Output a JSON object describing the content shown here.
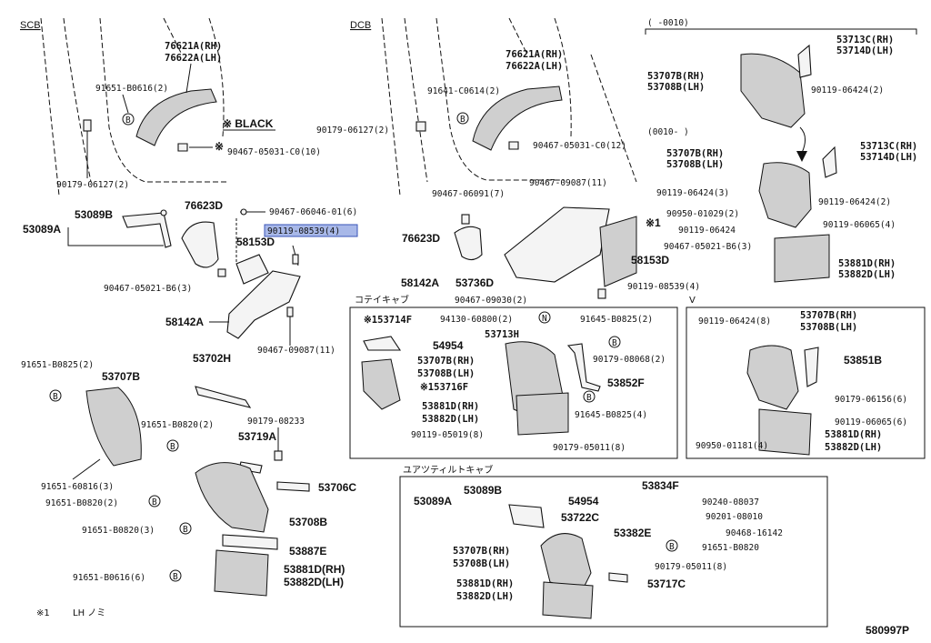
{
  "sections": {
    "scb": "SCB",
    "dcb": "DCB",
    "range_to": "(   -0010)",
    "range_from": "(0010-   )",
    "black_note": "※ BLACK",
    "v_mark": "V",
    "cotei_cab": "コテイキャブ",
    "tilt_cab": "ユアツティルトキャブ",
    "footnote_mark": "※1",
    "footnote_text": "LH ノミ",
    "ref": "580997P",
    "b_mark": "B",
    "n_mark": "N"
  },
  "scb_labels": {
    "l76621a": "76621A(RH)",
    "l76622a": "76622A(LH)",
    "l91651_b0616": "91651-B0616(2)",
    "l90179_06127": "90179-06127(2)",
    "l90467_05031": "90467-05031-C0(10)",
    "l53089b": "53089B",
    "l53089a": "53089A",
    "l76623d": "76623D",
    "l90467_06046": "90467-06046-01(6)",
    "l90119_08539": "90119-08539(4)",
    "l58153d": "58153D",
    "l90467_05021": "90467-05021-B6(3)",
    "l58142a": "58142A",
    "l90467_09087": "90467-09087(11)",
    "l91651_b0825": "91651-B0825(2)",
    "l53707b": "53707B",
    "l53702h": "53702H",
    "l91651_b0820a": "91651-B0820(2)",
    "l90179_08233": "90179-08233",
    "l53719a": "53719A",
    "l91651_60816": "91651-60816(3)",
    "l91651_b0820b": "91651-B0820(2)",
    "l53706c": "53706C",
    "l91651_b0820c": "91651-B0820(3)",
    "l53708b": "53708B",
    "l53887e": "53887E",
    "l91651_b0616b": "91651-B0616(6)",
    "l53881d": "53881D(RH)",
    "l53882d": "53882D(LH)"
  },
  "dcb_labels": {
    "l76621a": "76621A(RH)",
    "l76622a": "76622A(LH)",
    "l91641_c0614": "91641-C0614(2)",
    "l90179_06127": "90179-06127(2)",
    "l90467_05031": "90467-05031-C0(12)",
    "l90467_09087": "90467-09087(11)",
    "l90467_06091": "90467-06091(7)",
    "l76623d": "76623D",
    "l58142a": "58142A",
    "l53736d": "53736D",
    "l58153d": "58153D",
    "l90467_05021": "90467-05021-B6(3)",
    "l90119_08539": "90119-08539(4)",
    "l90467_09030": "90467-09030(2)",
    "mark1": "※1"
  },
  "right_labels": {
    "l53713c": "53713C(RH)",
    "l53714d": "53714D(LH)",
    "l53707b": "53707B(RH)",
    "l53708b": "53708B(LH)",
    "l90119_06424": "90119-06424(2)",
    "l53713c_b": "53713C(RH)",
    "l53714d_b": "53714D(LH)",
    "l53707b_b": "53707B(RH)",
    "l53708b_b": "53708B(LH)",
    "l90119_06424_b": "90119-06424(3)",
    "l90119_06424_c": "90119-06424(2)",
    "l90950_01029": "90950-01029(2)",
    "l90119_06424_d": "90119-06424",
    "l90119_06065": "90119-06065(4)",
    "l53881d": "53881D(RH)",
    "l53882d": "53882D(LH)"
  },
  "cotei_labels": {
    "l153714f": "※153714F",
    "l94130": "94130-60800(2)",
    "l91645_b0825": "91645-B0825(2)",
    "l53713h": "53713H",
    "l54954": "54954",
    "l53707b": "53707B(RH)",
    "l53708b": "53708B(LH)",
    "l90179_08068": "90179-08068(2)",
    "l153716f": "※153716F",
    "l53852f": "53852F",
    "l53881d": "53881D(RH)",
    "l53882d": "53882D(LH)",
    "l91645_b0825b": "91645-B0825(4)",
    "l90119_05019": "90119-05019(8)",
    "l90179_05011": "90179-05011(8)"
  },
  "v_labels": {
    "l90119_06424": "90119-06424(8)",
    "l53707b": "53707B(RH)",
    "l53708b": "53708B(LH)",
    "l53851b": "53851B",
    "l90179_06156": "90179-06156(6)",
    "l90119_06065": "90119-06065(6)",
    "l90950_01181": "90950-01181(4)",
    "l53881d": "53881D(RH)",
    "l53882d": "53882D(LH)"
  },
  "tilt_labels": {
    "l53089b": "53089B",
    "l53089a": "53089A",
    "l53834f": "53834F",
    "l54954": "54954",
    "l90240_08037": "90240-08037",
    "l53722c": "53722C",
    "l90201_08010": "90201-08010",
    "l53382e": "53382E",
    "l90468_16142": "90468-16142",
    "l91651_b0820": "91651-B0820",
    "l53707b": "53707B(RH)",
    "l53708b": "53708B(LH)",
    "l90179_05011": "90179-05011(8)",
    "l53881d": "53881D(RH)",
    "l53882d": "53882D(LH)",
    "l53717c": "53717C"
  }
}
